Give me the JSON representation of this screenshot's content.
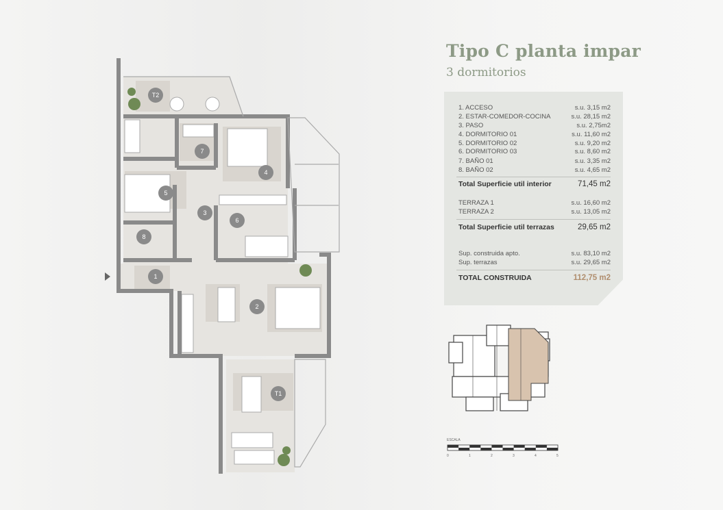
{
  "header": {
    "title": "Tipo C planta impar",
    "subtitle": "3 dormitorios"
  },
  "rooms": [
    {
      "label": "1. ACCESO",
      "area": "s.u.  3,15 m2"
    },
    {
      "label": "2. ESTAR-COMEDOR-COCINA",
      "area": "s.u. 28,15 m2"
    },
    {
      "label": "3. PASO",
      "area": "s.u.  2,75m2"
    },
    {
      "label": "4. DORMITORIO 01",
      "area": "s.u. 11,60 m2"
    },
    {
      "label": "5. DORMITORIO 02",
      "area": "s.u.  9,20 m2"
    },
    {
      "label": "6. DORMITORIO 03",
      "area": "s.u.  8,60 m2"
    },
    {
      "label": "7. BAÑO 01",
      "area": "s.u.  3,35 m2"
    },
    {
      "label": "8. BAÑO 02",
      "area": "s.u.  4,65 m2"
    }
  ],
  "total_interior": {
    "label": "Total Superficie util interior",
    "value": "71,45 m2"
  },
  "terraces": [
    {
      "label": "TERRAZA 1",
      "area": "s.u. 16,60 m2"
    },
    {
      "label": "TERRAZA 2",
      "area": "s.u. 13,05 m2"
    }
  ],
  "total_terraces": {
    "label": "Total Superficie util terrazas",
    "value": "29,65 m2"
  },
  "built": [
    {
      "label": "Sup. construida apto.",
      "area": "s.u. 83,10 m2"
    },
    {
      "label": "Sup. terrazas",
      "area": "s.u. 29,65 m2"
    }
  ],
  "total_built": {
    "label": "TOTAL CONSTRUIDA",
    "value": "112,75 m2"
  },
  "plan_markers": {
    "t2": "T2",
    "r7": "7",
    "r4": "4",
    "r5": "5",
    "r3": "3",
    "r6": "6",
    "r8": "8",
    "r1": "1",
    "r2": "2",
    "t1": "T1"
  },
  "scale": {
    "label": "ESCALA",
    "ticks": [
      "0",
      "1",
      "2",
      "3",
      "4",
      "5"
    ]
  },
  "colors": {
    "accent": "#8d9a86",
    "total_built": "#b08e6e",
    "highlight_unit": "#d8c3ae"
  }
}
